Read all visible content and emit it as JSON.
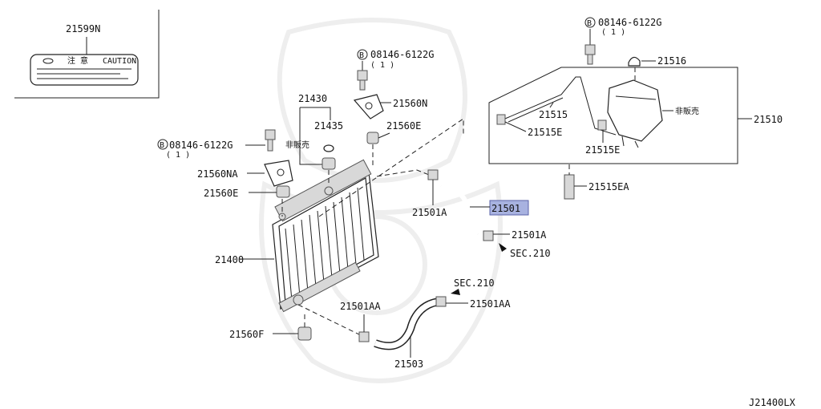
{
  "diagram": {
    "code": "J21400LX",
    "selected_part": "21501",
    "callouts": {
      "p21599N": "21599N",
      "label_chuui": "注 意",
      "label_caution": "CAUTION",
      "bolt_top_center": "08146-6122G",
      "bolt_top_center_qty": "( 1 )",
      "bolt_top_right": "08146-6122G",
      "bolt_top_right_qty": "( 1 )",
      "bolt_left": "08146-6122G",
      "bolt_left_qty": "( 1 )",
      "bolt_marker": "B",
      "p21516": "21516",
      "p21560N": "21560N",
      "p21430": "21430",
      "p21435": "21435",
      "p21560E_top": "21560E",
      "p21515": "21515",
      "hanbai_right": "非販売",
      "p21510": "21510",
      "hanbai_left": "非販売",
      "p21515E_left": "21515E",
      "p21515E_right": "21515E",
      "p21560NA": "21560NA",
      "p21515EA": "21515EA",
      "p21560E_left": "21560E",
      "p21501A_left": "21501A",
      "p21501": "21501",
      "p21501A_right": "21501A",
      "sec210_upper": "SEC.210",
      "p21400": "21400",
      "sec210_lower": "SEC.210",
      "p21501AA_left": "21501AA",
      "p21501AA_right": "21501AA",
      "p21560F": "21560F",
      "p21503": "21503"
    }
  }
}
